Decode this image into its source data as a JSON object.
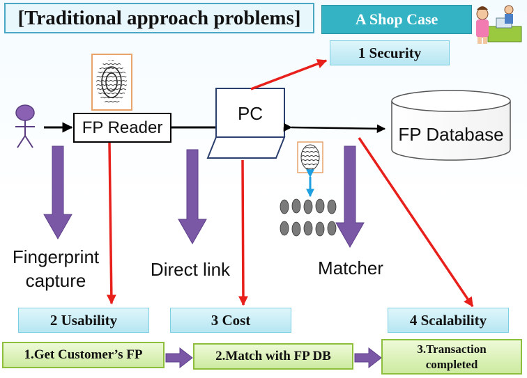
{
  "header": {
    "title": "[Traditional approach problems]",
    "case_label": "A Shop Case"
  },
  "nodes": {
    "fp_reader": "FP Reader",
    "pc": "PC",
    "fp_database": "FP Database"
  },
  "labels": {
    "fingerprint_capture_line1": "Fingerprint",
    "fingerprint_capture_line2": "capture",
    "direct_link": "Direct link",
    "matcher": "Matcher"
  },
  "problems": {
    "security": "1 Security",
    "usability": "2 Usability",
    "cost": "3 Cost",
    "scalability": "4 Scalability"
  },
  "flow": {
    "step1": "1.Get Customer’s FP",
    "step2": "2.Match with FP DB",
    "step3_line1": "3.Transaction",
    "step3_line2": "completed"
  },
  "colors": {
    "title_border": "#4aa7c4",
    "case_box": "#34b3c4",
    "problem_arrow": "#e8201c",
    "flow_arrow": "#7b58a6",
    "step_fill": "#cdeaa0",
    "problem_fill": "#b6e6f2"
  }
}
